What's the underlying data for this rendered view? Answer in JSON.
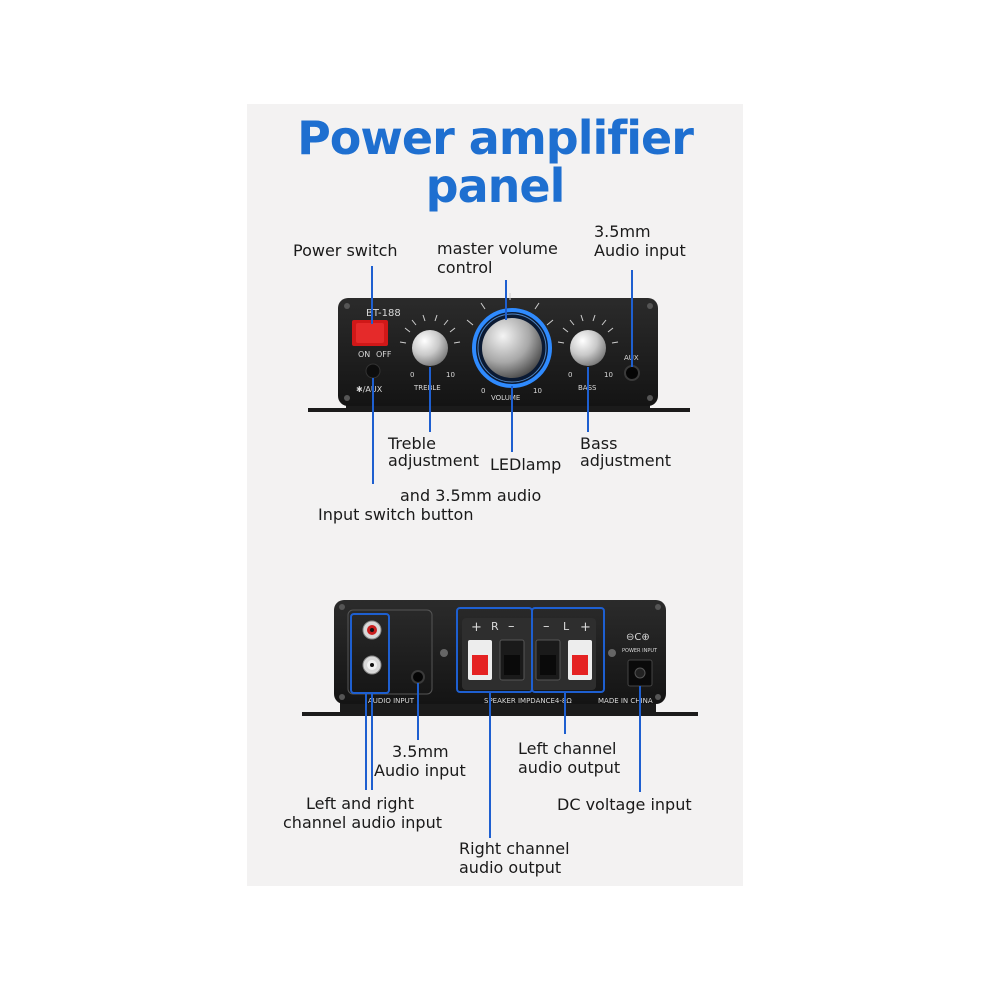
{
  "title": {
    "line1": "Power amplifier",
    "line2": "panel"
  },
  "front_panel": {
    "model": "BT-188",
    "switch_on": "ON",
    "switch_off": "OFF",
    "aux_button": "✱/AUX",
    "treble_label": "TREBLE",
    "volume_label": "VOLUME",
    "bass_label": "BASS",
    "aux_jack": "AUX",
    "scale_min": "0",
    "scale_max": "10"
  },
  "rear_panel": {
    "speaker_r": "R",
    "speaker_l": "L",
    "audio_input": "AUDIO INPUT",
    "speaker_impedance": "SPEAKER IMPDANCE4-8Ω",
    "made_in": "MADE IN CHINA",
    "power_input": "POWER INPUT"
  },
  "labels": {
    "power_switch": "Power switch",
    "master_volume_1": "master volume",
    "master_volume_2": "control",
    "aux_in_1": "3.5mm",
    "aux_in_2": "Audio input",
    "treble_1": "Treble",
    "treble_2": "adjustment",
    "led": "LEDlamp",
    "bass_1": "Bass",
    "bass_2": "adjustment",
    "input_switch_1": "and 3.5mm audio",
    "input_switch_2": "Input switch button",
    "rear_aux_1": "3.5mm",
    "rear_aux_2": "Audio input",
    "left_out_1": "Left channel",
    "left_out_2": "audio output",
    "lr_in_1": "Left and right",
    "lr_in_2": "channel audio input",
    "dc_in": "DC voltage input",
    "right_out_1": "Right channel",
    "right_out_2": "audio output"
  },
  "colors": {
    "title": "#1e6fd0",
    "callout_line": "#1e5fd0",
    "panel": "#1e1e1e",
    "led_ring": "#2f8bff",
    "switch": "#e01a1a"
  }
}
